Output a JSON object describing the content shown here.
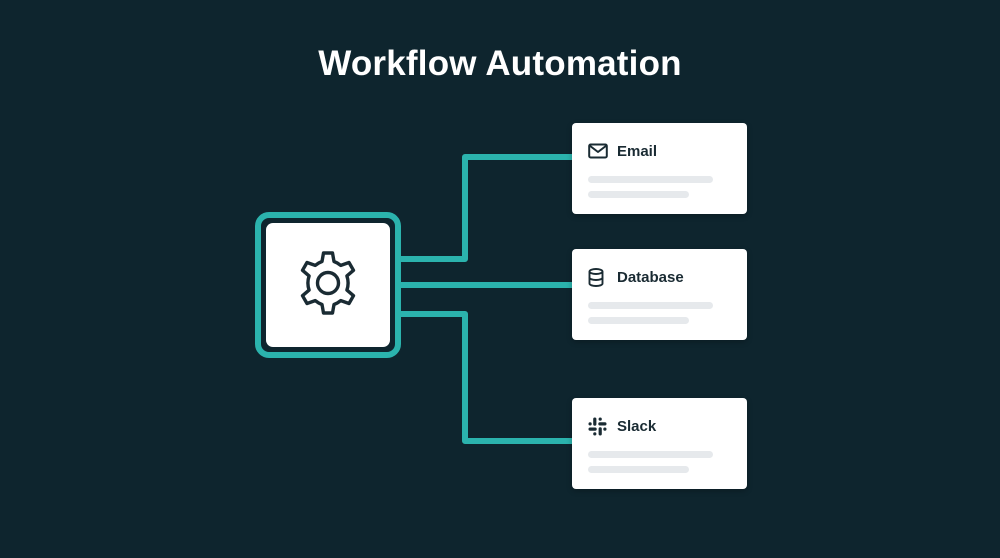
{
  "title": "Workflow Automation",
  "colors": {
    "background": "#0e252e",
    "accent": "#2bb3ad",
    "card": "#ffffff",
    "text_dark": "#1a2b33",
    "placeholder_bar": "#e6e9ec"
  },
  "hub": {
    "icon": "gear-icon"
  },
  "cards": [
    {
      "label": "Email",
      "icon": "envelope-icon"
    },
    {
      "label": "Database",
      "icon": "database-icon"
    },
    {
      "label": "Slack",
      "icon": "slack-icon"
    }
  ]
}
